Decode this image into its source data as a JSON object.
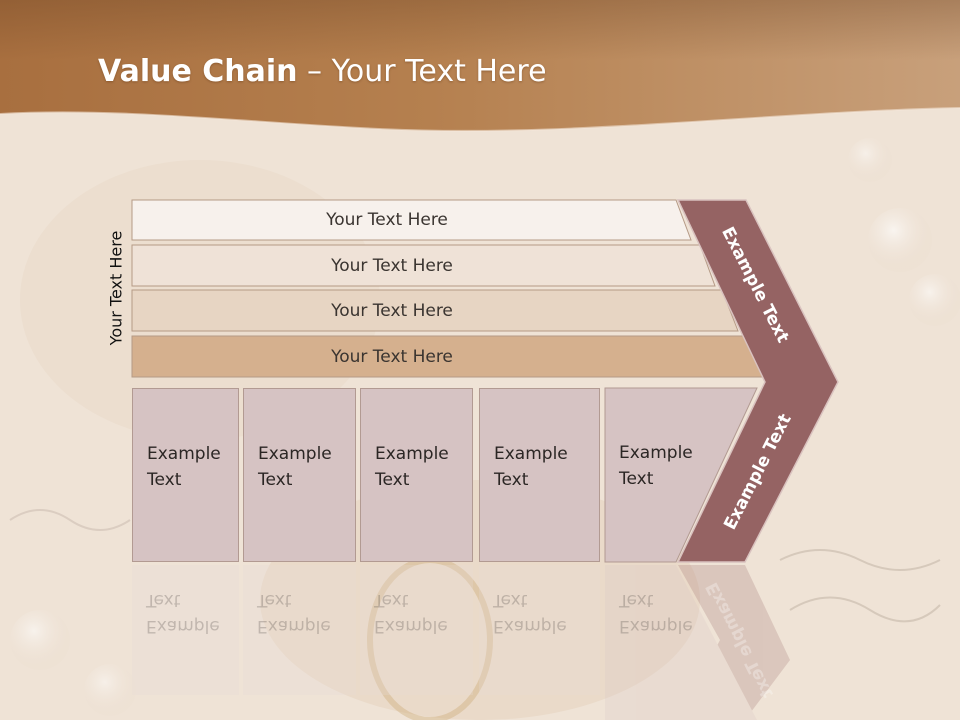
{
  "title": {
    "bold": "Value Chain",
    "rest": " – Your Text Here"
  },
  "side_label": "Your Text Here",
  "rows": [
    {
      "label": "Your Text Here"
    },
    {
      "label": "Your Text Here"
    },
    {
      "label": "Your Text Here"
    },
    {
      "label": "Your Text Here"
    }
  ],
  "boxes": [
    {
      "line1": "Example",
      "line2": "Text"
    },
    {
      "line1": "Example",
      "line2": "Text"
    },
    {
      "line1": "Example",
      "line2": "Text"
    },
    {
      "line1": "Example",
      "line2": "Text"
    },
    {
      "line1": "Example",
      "line2": "Text"
    }
  ],
  "chevron": {
    "upper": "Example Text",
    "lower": "Example Text"
  },
  "colors": {
    "header_band": "#b47c4a",
    "chevron": "#956363",
    "box_fill": "#d6c3c3",
    "row_fills": [
      "#f7f1ec",
      "#efe2d7",
      "#e7d5c3",
      "#d5b08e"
    ]
  }
}
